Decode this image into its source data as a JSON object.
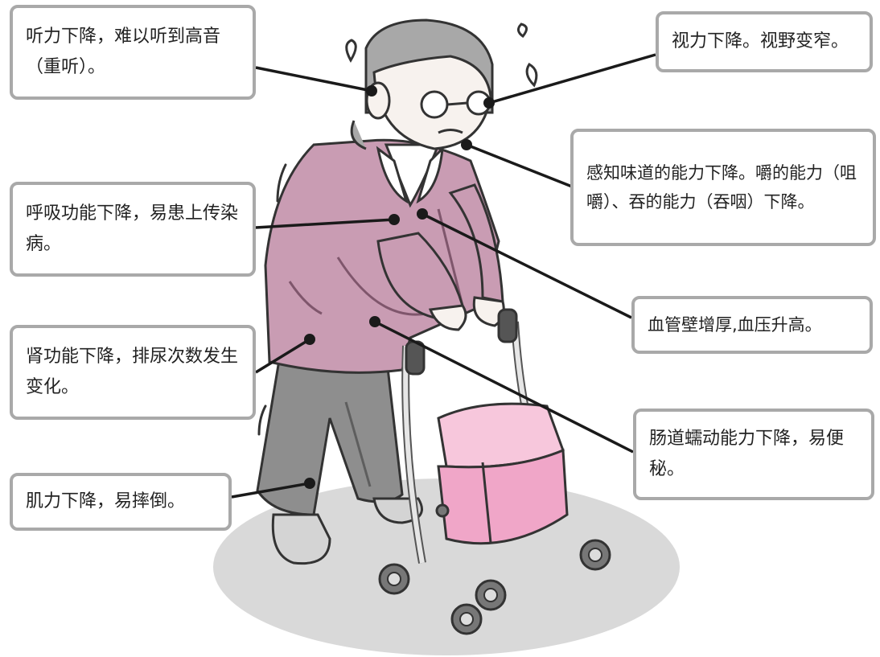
{
  "callouts": {
    "hearing": "听力下降，难以听到高音（重听）。",
    "vision": "视力下降。视野变窄。",
    "taste": "感知味道的能力下降。嚼的能力（咀嚼）、吞的能力（吞咽）下降。",
    "respiratory": "呼吸功能下降，易患上传染病。",
    "blood_vessel": "血管壁增厚,血压升高。",
    "kidney": "肾功能下降，排尿次数发生变化。",
    "intestine": "肠道蠕动能力下降，易便秘。",
    "muscle": "肌力下降，易摔倒。"
  },
  "colors": {
    "cardigan": "#c99cb3",
    "cardigan_dark": "#b07e98",
    "pants": "#8e8e8e",
    "hair": "#a8a8a8",
    "skin": "#f7f2ee",
    "cart_pink": "#f0a6c8",
    "cart_pink_light": "#f7c7dc",
    "ground": "#d9d9d9",
    "callout_border": "#a9a9a9"
  }
}
